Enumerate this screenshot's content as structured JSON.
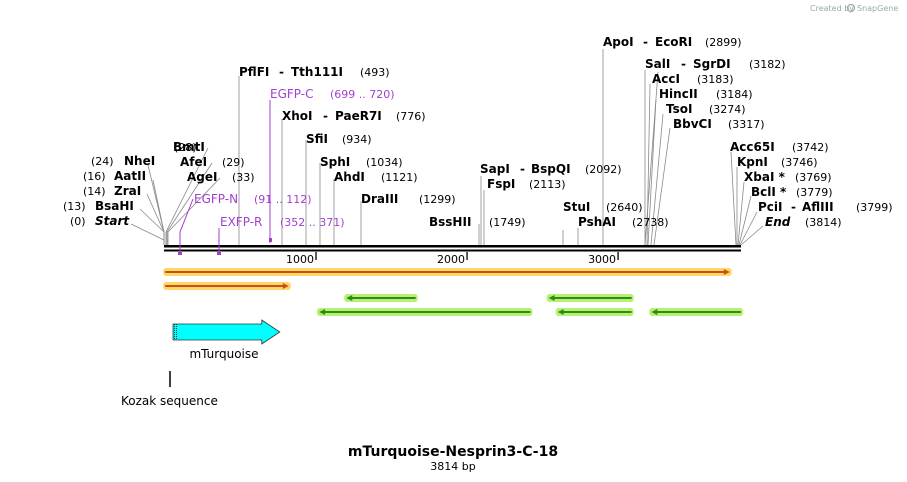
{
  "branding": {
    "created_by": "Created by",
    "app": "SnapGene"
  },
  "plasmid": {
    "name": "mTurquoise-Nesprin3-C-18",
    "length_label": "3814 bp"
  },
  "scale": {
    "min": 0,
    "max": 3814
  },
  "ticks": [
    {
      "label": "1000",
      "bp": 1000
    },
    {
      "label": "2000",
      "bp": 2000
    },
    {
      "label": "3000",
      "bp": 3000
    }
  ],
  "left_sites": [
    {
      "name": "NheI",
      "pos": "(24)",
      "bp": 24
    },
    {
      "name": "AatII",
      "pos": "(16)",
      "bp": 16
    },
    {
      "name": "ZraI",
      "pos": "(14)",
      "bp": 14
    },
    {
      "name": "BsaHI",
      "pos": "(13)",
      "bp": 13
    },
    {
      "name": "Start",
      "pos": "(0)",
      "bp": 0,
      "italic": true
    }
  ],
  "sites": [
    {
      "name": "ApoI",
      "name2": "EcoRI",
      "pos": "(2899)",
      "bp": 2899
    },
    {
      "name": "SalI",
      "name2": "SgrDI",
      "pos": "(3182)",
      "bp": 3182
    },
    {
      "name": "AccI",
      "pos": "(3183)",
      "bp": 3183
    },
    {
      "name": "HincII",
      "pos": "(3184)",
      "bp": 3184
    },
    {
      "name": "TsoI",
      "pos": "(3274)",
      "bp": 3274
    },
    {
      "name": "BbvCI",
      "pos": "(3317)",
      "bp": 3317
    },
    {
      "name": "PflFI",
      "name2": "Tth111I",
      "pos": "(493)",
      "bp": 493
    },
    {
      "name": "XhoI",
      "name2": "PaeR7I",
      "pos": "(776)",
      "bp": 776
    },
    {
      "name": "SfiI",
      "pos": "(934)",
      "bp": 934
    },
    {
      "name": "SphI",
      "pos": "(1034)",
      "bp": 1034
    },
    {
      "name": "AhdI",
      "pos": "(1121)",
      "bp": 1121
    },
    {
      "name": "DraIII",
      "pos": "(1299)",
      "bp": 1299
    },
    {
      "name": "BmtI",
      "pos": "(28)",
      "bp": 28
    },
    {
      "name": "AfeI",
      "pos": "(29)",
      "bp": 29
    },
    {
      "name": "AgeI",
      "pos": "(33)",
      "bp": 33
    },
    {
      "name": "SapI",
      "name2": "BspQI",
      "pos": "(2092)",
      "bp": 2092
    },
    {
      "name": "FspI",
      "pos": "(2113)",
      "bp": 2113
    },
    {
      "name": "BssHII",
      "pos": "(1749)",
      "bp": 1749
    },
    {
      "name": "StuI",
      "pos": "(2640)",
      "bp": 2640
    },
    {
      "name": "PshAI",
      "pos": "(2738)",
      "bp": 2738
    },
    {
      "name": "Acc65I",
      "pos": "(3742)",
      "bp": 3742
    },
    {
      "name": "KpnI",
      "pos": "(3746)",
      "bp": 3746
    },
    {
      "name": "XbaI *",
      "pos": "(3769)",
      "bp": 3769
    },
    {
      "name": "BclI *",
      "pos": "(3779)",
      "bp": 3779
    },
    {
      "name": "PciI",
      "name2": "AflIII",
      "pos": "(3799)",
      "bp": 3799
    },
    {
      "name": "End",
      "pos": "(3814)",
      "bp": 3814,
      "italic": true
    }
  ],
  "primers": [
    {
      "name": "EGFP-C",
      "range": "(699 .. 720)",
      "bp": 699
    },
    {
      "name": "EGFP-N",
      "range": "(91 .. 112)",
      "bp": 91
    },
    {
      "name": "EXFP-R",
      "range": "(352 .. 371)",
      "bp": 352
    }
  ],
  "orange_arrows": [
    {
      "start": 1,
      "end": 3740
    },
    {
      "start": 1,
      "end": 820
    }
  ],
  "green_arrows": [
    {
      "start": 1200,
      "end": 1660
    },
    {
      "start": 2540,
      "end": 3090
    },
    {
      "start": 1020,
      "end": 2420
    },
    {
      "start": 2600,
      "end": 3090
    },
    {
      "start": 3220,
      "end": 3814
    }
  ],
  "features": [
    {
      "name": "mTurquoise",
      "start": 40,
      "end": 760,
      "color": "#00ffff"
    }
  ],
  "misc": [
    {
      "name": "Kozak sequence",
      "bp": 40
    }
  ],
  "colors": {
    "backbone": "#000000",
    "primer": "#a23fcf",
    "orange_fill": "#c8501e",
    "orange_glow": "#ffd766",
    "green_fill": "#2e8b22",
    "green_glow": "#b8f070",
    "feature": "#00ffff"
  }
}
